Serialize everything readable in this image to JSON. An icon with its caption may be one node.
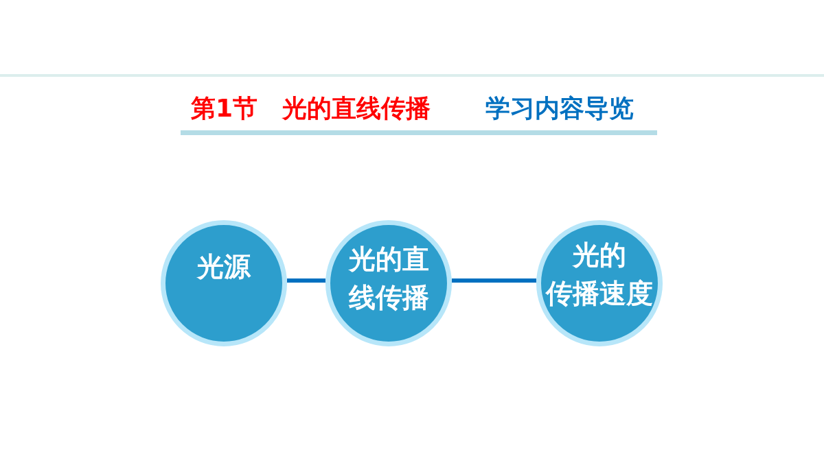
{
  "diagram": {
    "title": "第1节　光的直线传播",
    "nodes": [
      {
        "text": [
          "光源"
        ]
      },
      {
        "text": [
          "光的直线传播"
        ]
      },
      {
        "text": [
          "光的传播速度"
        ]
      }
    ],
    "edges": [
      {
        "from": 0,
        "to": 1,
        "arrow": "none"
      },
      {
        "from": 1,
        "to": 2,
        "arrow": "none"
      }
    ],
    "labels": [
      "学习内容导览"
    ]
  }
}
